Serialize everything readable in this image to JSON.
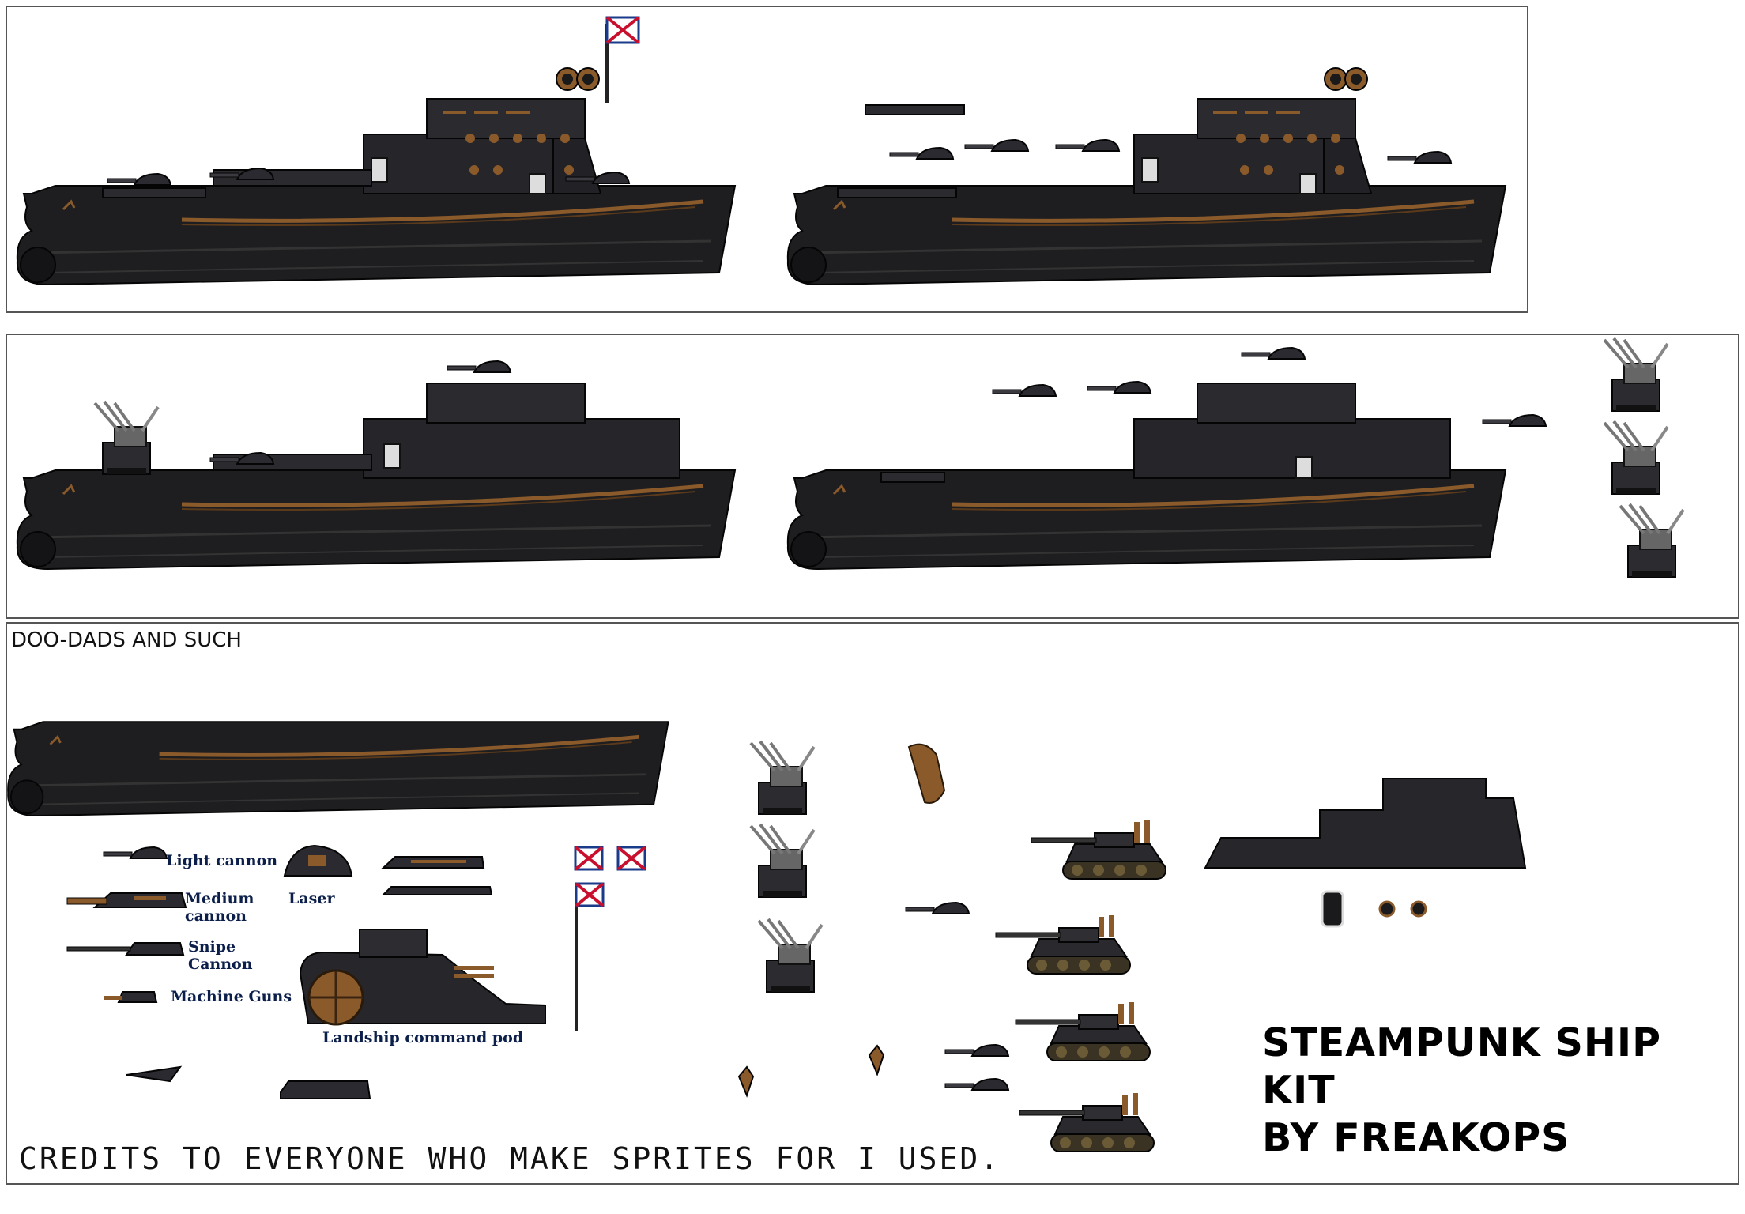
{
  "sections": {
    "doodads_title": "DOO-DADS AND SUCH"
  },
  "labels": {
    "light_cannon": "Light cannon",
    "medium_cannon": "Medium cannon",
    "laser": "Laser",
    "snipe_cannon": "Snipe Cannon",
    "machine_guns": "Machine Guns",
    "command_pod": "Landship command pod"
  },
  "kit_title": {
    "line1": "STEAMPUNK SHIP KIT",
    "line2": "BY FREAKOPS"
  },
  "credits": "CREDITS TO EVERYONE WHO MAKE SPRITES FOR I USED.",
  "colors": {
    "hull": "#1f1f22",
    "trim": "#8b5a2b",
    "border": "#555555",
    "flag_red": "#c8102e",
    "flag_blue": "#1a3a8a"
  }
}
